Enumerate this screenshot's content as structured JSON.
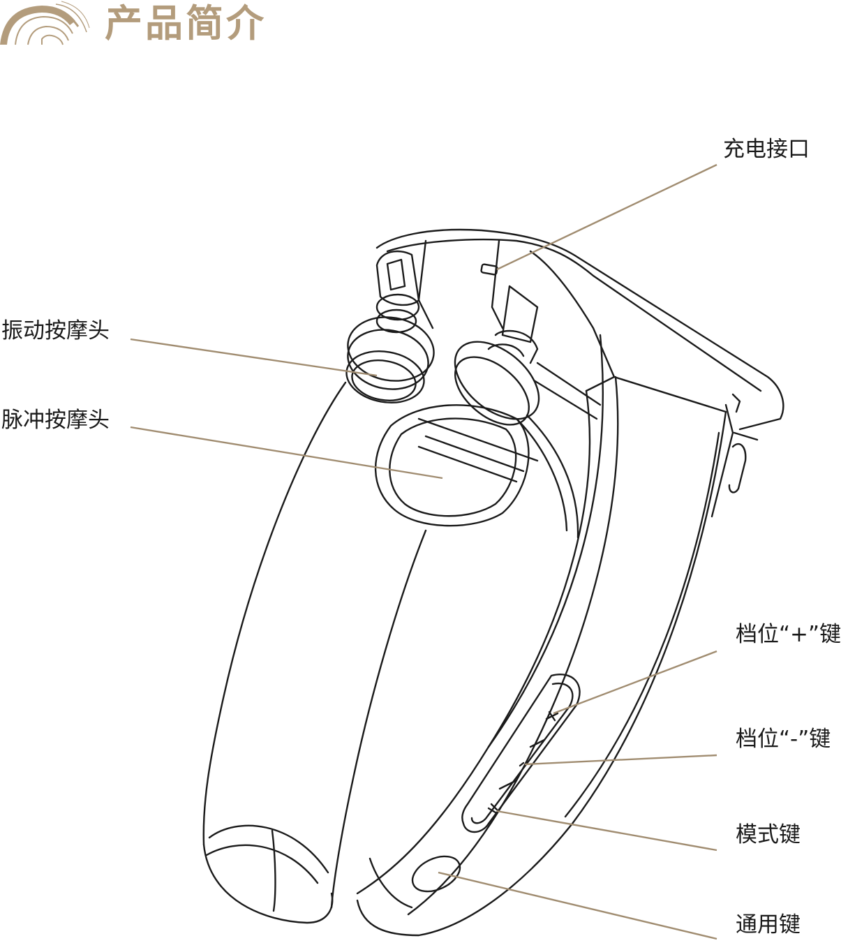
{
  "header": {
    "title": "产品简介",
    "logo_icon": "rainbow-arc-logo-icon",
    "accent_color": "#b39c7c"
  },
  "callouts": {
    "charging_port": "充电接口",
    "vibration_head": "振动按摩头",
    "pulse_head": "脉冲按摩头",
    "level_plus": "档位“+”键",
    "level_minus": "档位“-”键",
    "mode_key": "模式键",
    "general_key": "通用键"
  },
  "colors": {
    "leader_line": "#a08c70",
    "outline": "#1a1a1a"
  }
}
